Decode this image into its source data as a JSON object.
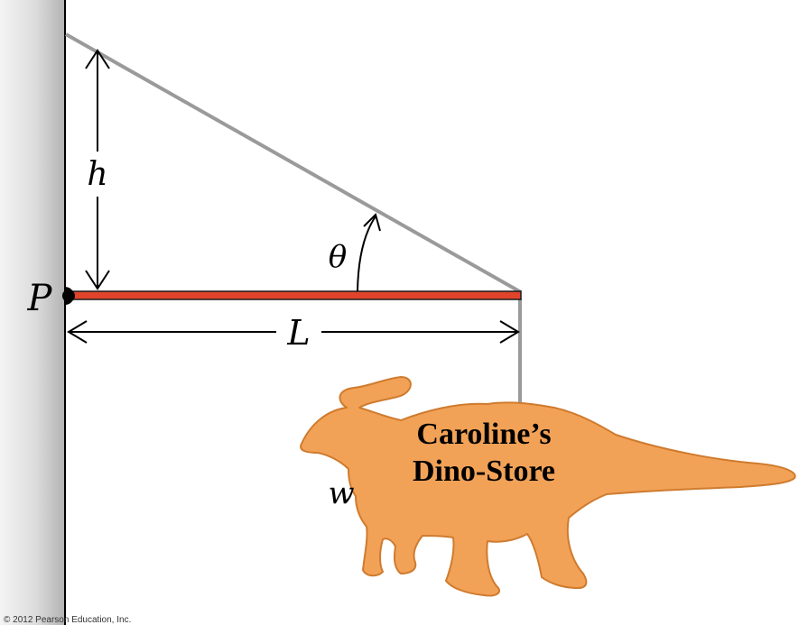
{
  "labels": {
    "height": "h",
    "angle": "θ",
    "pivot": "P",
    "length": "L",
    "weight": "w"
  },
  "sign": {
    "line1": "Caroline’s",
    "line2": "Dino-Store"
  },
  "copyright": "© 2012 Pearson Education, Inc.",
  "colors": {
    "wall_light": "#f2f2f2",
    "wall_dark": "#b9b9b9",
    "cable": "#9a9a9a",
    "beam": "#e0452c",
    "dinosaur": "#f2a257",
    "dinosaur_outline": "#d07a30",
    "ink": "#000000"
  }
}
